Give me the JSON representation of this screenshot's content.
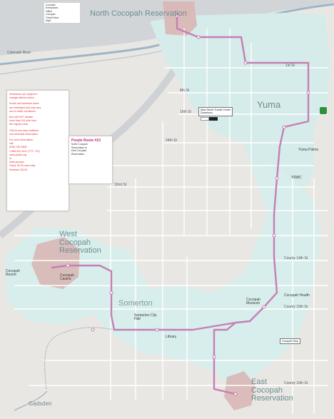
{
  "colors": {
    "background": "#e9e7e3",
    "river": "#95b3c6",
    "developed": "#d5ecea",
    "reservation": "#d9b7b5",
    "route": "#c47fb4",
    "route_alt": "#9aa7b0",
    "interstate_shield": "#2f8f3a",
    "notice_text": "#e0353f"
  },
  "areas": {
    "north_reservation": "North Cocopah Reservation",
    "west_reservation": "West Cocopah Reservation",
    "east_reservation": "East Cocopah Reservation",
    "city": "Yuma",
    "somerton": "Somerton",
    "gadsden": "Gadsden"
  },
  "streets": {
    "s1": "1st St",
    "s2": "8th St",
    "s3": "16th St",
    "s4": "24th St",
    "s5": "32nd St",
    "s6": "County 14th St",
    "s7": "County 15th St",
    "s8": "County 16th St"
  },
  "panels": {
    "notice": {
      "lines_a": [
        "Schedules are subject to",
        "change without notice"
      ],
      "lines_b": [
        "Route and schedule times",
        "are estimated and may vary",
        "due to traffic conditions"
      ],
      "lines_c": [
        "Bus will NOT deviate",
        "more than 3/4 mile from",
        "the regular route"
      ],
      "lines_d": [
        "Call for bus stop locations",
        "and schedule information"
      ],
      "lines_e": [
        "For more information",
        "call",
        "(928) 783-5800",
        "1-866-922-6111 (TTY: 711)",
        "www.ycipta.org",
        "or",
        "www.yca.gov",
        "Fares: $1.00 each way",
        "Reduced: $0.50"
      ]
    },
    "route": {
      "title": "Purple Route #10",
      "lines": [
        "North Cocopah",
        "Reservation to",
        "East Cocopah",
        "Reservation"
      ]
    },
    "corner": [
      "Cocopah",
      "Enterprises",
      "Office",
      "Cocopah",
      "Tribal Police",
      "Dept"
    ]
  },
  "landmarks": {
    "yuma_transit": "Main Street Transit Center",
    "yuma_transit_sub": "Downtown",
    "mall": "Yuma Palms",
    "hospital": "YRMC",
    "cocopah_resort": "Cocopah Resort",
    "casino": "Cocopah Casino",
    "somerton_city_hall": "Somerton City Hall",
    "library": "Library",
    "museum": "Cocopah Museum",
    "east_health": "Cocopah Health",
    "east_shop": "Cocopah Stop",
    "river_label": "Colorado River"
  }
}
